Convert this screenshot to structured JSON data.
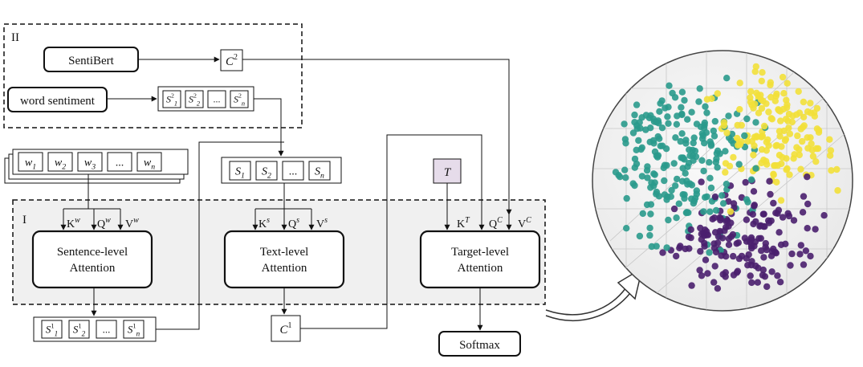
{
  "sections": {
    "upper": "II",
    "lower": "I"
  },
  "blocks": {
    "sentibert": "SentiBert",
    "word_sentiment": "word sentiment",
    "softmax": "Softmax"
  },
  "c2": {
    "base": "C",
    "sup": "2"
  },
  "c1": {
    "base": "C",
    "sup": "1"
  },
  "target": {
    "base": "T"
  },
  "sentiment_cells": [
    {
      "base": "S",
      "sup": "2",
      "sub": "1"
    },
    {
      "base": "S",
      "sup": "2",
      "sub": "2"
    },
    {
      "text": "..."
    },
    {
      "base": "S",
      "sup": "2",
      "sub": "n"
    }
  ],
  "word_cells": [
    {
      "base": "w",
      "sub": "1"
    },
    {
      "base": "w",
      "sub": "2"
    },
    {
      "base": "w",
      "sub": "3"
    },
    {
      "text": "..."
    },
    {
      "base": "w",
      "sub": "n"
    }
  ],
  "sentence_cells": [
    {
      "base": "S",
      "sub": "1"
    },
    {
      "base": "S",
      "sub": "2"
    },
    {
      "text": "..."
    },
    {
      "base": "S",
      "sub": "n"
    }
  ],
  "s1_cells": [
    {
      "base": "S",
      "sup": "1",
      "sub": "1"
    },
    {
      "base": "S",
      "sup": "1",
      "sub": "2"
    },
    {
      "text": "..."
    },
    {
      "base": "S",
      "sup": "1",
      "sub": "n"
    }
  ],
  "attention": {
    "sentence": {
      "line1": "Sentence-level",
      "line2": "Attention"
    },
    "text": {
      "line1": "Text-level",
      "line2": "Attention"
    },
    "target": {
      "line1": "Target-level",
      "line2": "Attention"
    }
  },
  "kqv": {
    "sentence": {
      "k": "K",
      "k_sup": "w",
      "q": "Q",
      "q_sup": "w",
      "v": "V",
      "v_sup": "w"
    },
    "text": {
      "k": "K",
      "k_sup": "s",
      "q": "Q",
      "q_sup": "s",
      "v": "V",
      "v_sup": "s"
    },
    "target": {
      "k": "K",
      "k_sup": "T",
      "q": "Q",
      "q_sup": "C",
      "v": "V",
      "v_sup": "C"
    }
  },
  "scatter": {
    "cluster_colors": [
      "#f2e03a",
      "#2a9a8c",
      "#4a1f6e"
    ],
    "sphere_background": "#f2f2f2"
  }
}
